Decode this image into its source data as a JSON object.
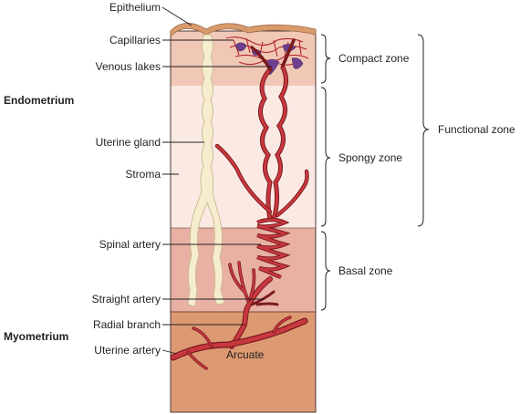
{
  "labels": {
    "epithelium": "Epithelium",
    "capillaries": "Capillaries",
    "venous_lakes": "Venous lakes",
    "uterine_gland": "Uterine gland",
    "stroma": "Stroma",
    "spinal_artery": "Spinal artery",
    "straight_artery": "Straight artery",
    "radial_branch": "Radial branch",
    "uterine_artery": "Uterine artery",
    "arcuate": "Arcuate",
    "compact_zone": "Compact zone",
    "spongy_zone": "Spongy zone",
    "basal_zone": "Basal zone",
    "functional_zone": "Functional zone",
    "endometrium": "Endometrium",
    "myometrium": "Myometrium"
  },
  "colors": {
    "epithelium": "#d99a6c",
    "compact_zone": "#f1c7b6",
    "spongy_zone": "#fbe9e4",
    "basal_zone": "#e8b1a4",
    "myometrium": "#dd9a72",
    "gland": "#f6edcf",
    "artery": "#b2262e",
    "vein": "#6f3f8f"
  }
}
